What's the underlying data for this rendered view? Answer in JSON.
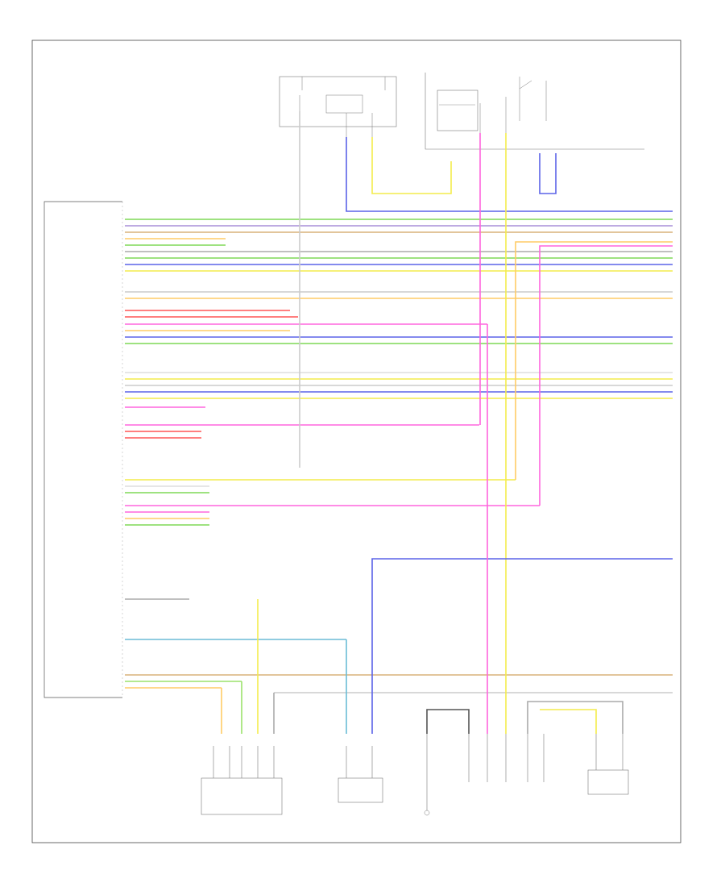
{
  "diagram": {
    "module_caption": "",
    "drawing_ref": "",
    "colors": {
      "frame": "#333333",
      "green": "#7ed957",
      "purple": "#a98fd9",
      "pink": "#ff66dd",
      "blue": "#5b63e8",
      "yellow": "#f4ec4c",
      "grey": "#aaaaaa",
      "tan": "#d9b27a",
      "orange": "#ffcc66",
      "cyan": "#6bbcd6",
      "red": "#ff5555",
      "magenta": "#ff44cc",
      "lime": "#9be26b"
    },
    "connector_block": {
      "pin_labels": []
    },
    "components": [
      {
        "id": "smart-junction-box",
        "label": ""
      },
      {
        "id": "battery-junction-box",
        "label": ""
      },
      {
        "id": "passenger-fresh-air-actuator",
        "label": ""
      },
      {
        "id": "defrost-actuator",
        "label": ""
      },
      {
        "id": "evaporator-sensor",
        "label": ""
      },
      {
        "id": "blower-motor-speed-control",
        "label": ""
      },
      {
        "id": "blower-motor",
        "label": ""
      }
    ]
  }
}
